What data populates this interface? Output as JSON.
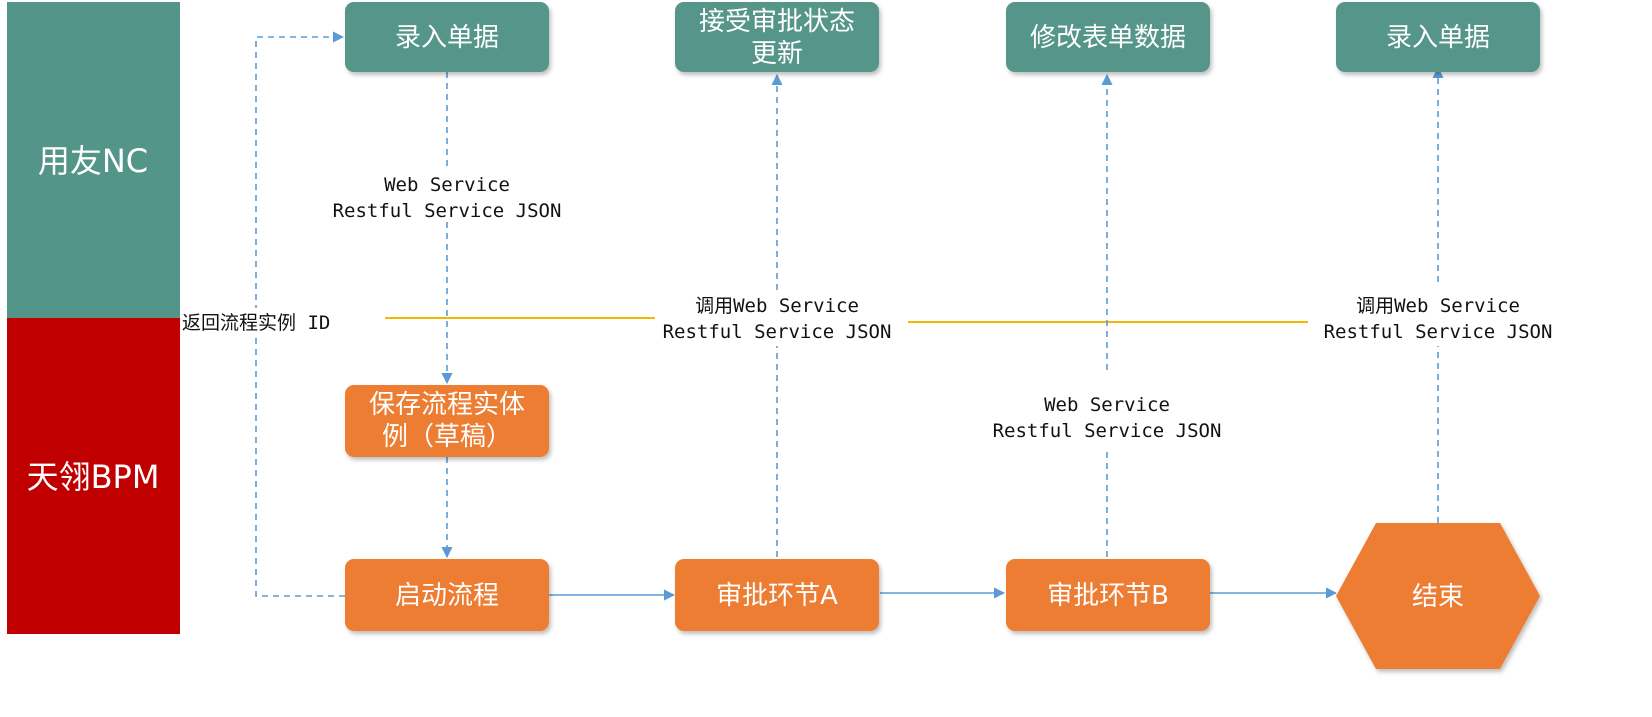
{
  "lanes": {
    "nc": {
      "label": "用友NC",
      "color": "#54958a"
    },
    "bpm": {
      "label": "天翎BPM",
      "color": "#c00000"
    }
  },
  "nodes": {
    "nc_entry": {
      "line1": "录入单据"
    },
    "nc_accept": {
      "line1": "接受审批状态",
      "line2": "更新"
    },
    "nc_modify": {
      "line1": "修改表单数据"
    },
    "nc_entry2": {
      "line1": "录入单据"
    },
    "bpm_save": {
      "line1": "保存流程实体",
      "line2": "例（草稿）"
    },
    "bpm_start": {
      "line1": "启动流程"
    },
    "bpm_approveA": {
      "line1": "审批环节A"
    },
    "bpm_approveB": {
      "line1": "审批环节B"
    },
    "bpm_end": {
      "line1": "结束"
    }
  },
  "annotations": {
    "ws1": {
      "line1": "Web Service",
      "line2": "Restful Service JSON"
    },
    "return_id": {
      "line1": "返回流程实例 ID"
    },
    "call1": {
      "line1": "调用Web Service",
      "line2": "Restful Service JSON"
    },
    "ws2": {
      "line1": "Web Service",
      "line2": "Restful Service JSON"
    },
    "call2": {
      "line1": "调用Web Service",
      "line2": "Restful Service JSON"
    }
  },
  "colors": {
    "nc_box": "#54958a",
    "bpm_box": "#ed7d31",
    "connector": "#5b9bd5",
    "lane_divider": "#f5b800"
  }
}
